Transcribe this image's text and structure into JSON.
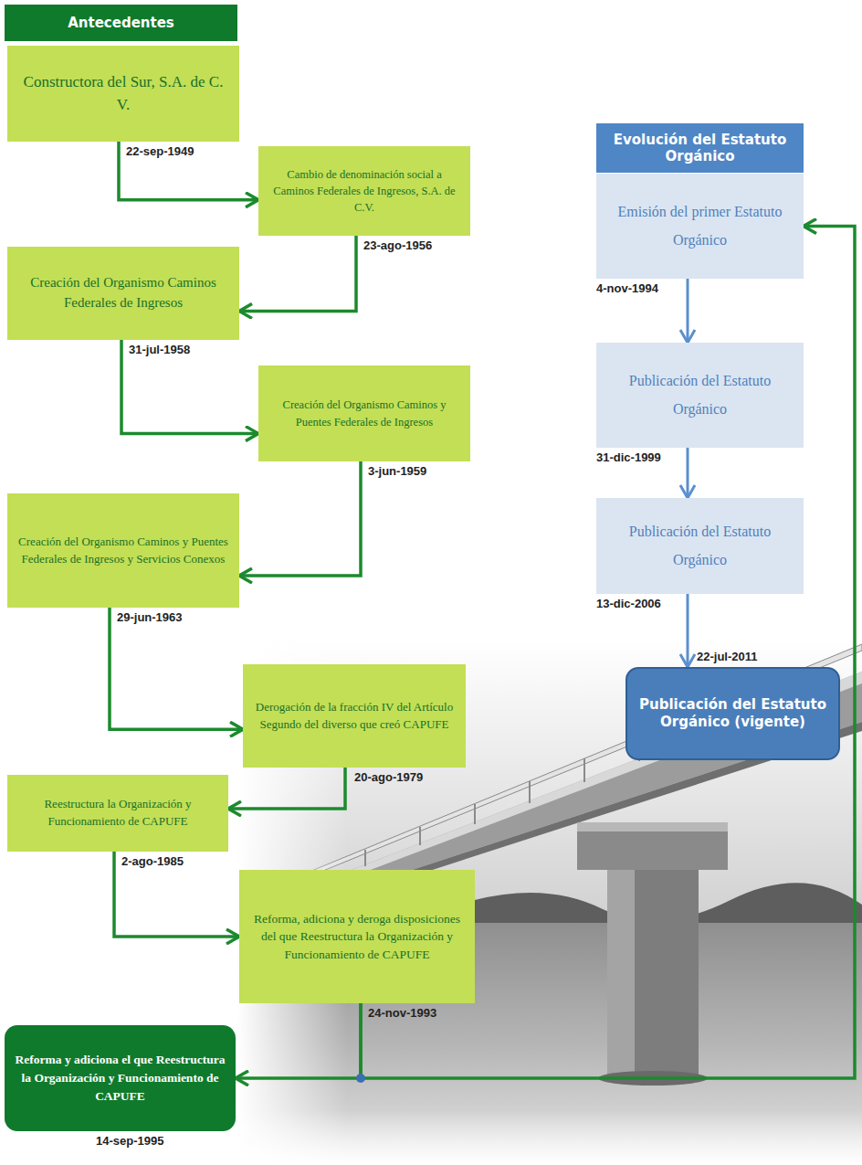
{
  "diagram": {
    "nodes": [
      {
        "text": [
          "Antecedentes"
        ]
      },
      {
        "text": [
          "Constructora del Sur, S.A. de C. V.",
          "22-sep-1949"
        ]
      },
      {
        "text": [
          "Cambio de denominación social a Caminos Federales de Ingresos, S.A. de C.V.",
          "23-ago-1956"
        ]
      },
      {
        "text": [
          "Creación del Organismo Caminos Federales de Ingresos",
          "31-jul-1958"
        ]
      },
      {
        "text": [
          "Creación del Organismo Caminos y Puentes Federales de Ingresos",
          "3-jun-1959"
        ]
      },
      {
        "text": [
          "Creación del Organismo Caminos y Puentes Federales de Ingresos y Servicios Conexos",
          "29-jun-1963"
        ]
      },
      {
        "text": [
          "Derogación de la fracción IV del Artículo Segundo del diverso que creó CAPUFE",
          "20-ago-1979"
        ]
      },
      {
        "text": [
          "Reestructura la Organización y Funcionamiento de CAPUFE",
          "2-ago-1985"
        ]
      },
      {
        "text": [
          "Reforma, adiciona y deroga disposiciones del que Reestructura la Organización y Funcionamiento de CAPUFE",
          "24-nov-1993"
        ]
      },
      {
        "text": [
          "Reforma y adiciona el que Reestructura la Organización y Funcionamiento de CAPUFE",
          "14-sep-1995"
        ]
      },
      {
        "text": [
          "Evolución del Estatuto Orgánico"
        ]
      },
      {
        "text": [
          "Emisión del primer Estatuto Orgánico",
          "4-nov-1994"
        ]
      },
      {
        "text": [
          "Publicación del Estatuto Orgánico",
          "31-dic-1999"
        ]
      },
      {
        "text": [
          "Publicación del Estatuto Orgánico",
          "13-dic-2006"
        ]
      },
      {
        "text": [
          "Publicación del Estatuto Orgánico (vigente)",
          "22-jul-2011"
        ]
      }
    ],
    "edges": [
      {
        "from": 1,
        "to": 2,
        "arrow": "to"
      },
      {
        "from": 2,
        "to": 3,
        "arrow": "to"
      },
      {
        "from": 3,
        "to": 4,
        "arrow": "to"
      },
      {
        "from": 4,
        "to": 5,
        "arrow": "to"
      },
      {
        "from": 5,
        "to": 6,
        "arrow": "to"
      },
      {
        "from": 6,
        "to": 7,
        "arrow": "to"
      },
      {
        "from": 7,
        "to": 8,
        "arrow": "to"
      },
      {
        "from": 8,
        "to": 9,
        "arrow": "to"
      },
      {
        "from": 8,
        "to": 11,
        "arrow": "to"
      },
      {
        "from": 11,
        "to": 12,
        "arrow": "to"
      },
      {
        "from": 12,
        "to": 13,
        "arrow": "to"
      },
      {
        "from": 13,
        "to": 14,
        "arrow": "to"
      }
    ]
  }
}
